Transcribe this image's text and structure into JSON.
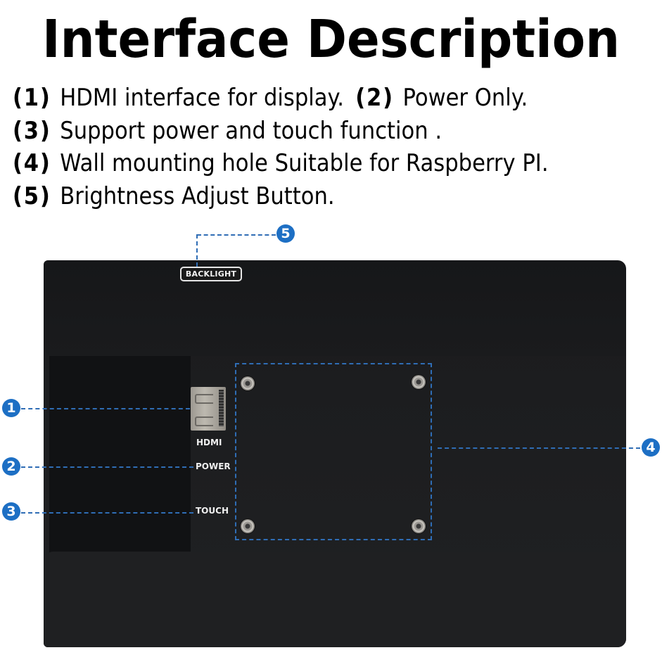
{
  "title": "Interface Description",
  "descriptions": [
    {
      "num": "(1)",
      "text": "HDMI interface for display.",
      "num2": "(2)",
      "text2": "Power Only."
    },
    {
      "num": "(3)",
      "text": "Support power and touch function ."
    },
    {
      "num": "(4)",
      "text": "Wall mounting hole Suitable for Raspberry PI."
    },
    {
      "num": "(5)",
      "text": "Brightness Adjust Button."
    }
  ],
  "device": {
    "backlight_label": "BACKLIGHT",
    "ports": {
      "hdmi": "HDMI",
      "power": "POWER",
      "touch": "TOUCH"
    }
  },
  "callouts": [
    {
      "id": "1",
      "label": "1"
    },
    {
      "id": "2",
      "label": "2"
    },
    {
      "id": "3",
      "label": "3"
    },
    {
      "id": "4",
      "label": "4"
    },
    {
      "id": "5",
      "label": "5"
    }
  ],
  "colors": {
    "callout_blue": "#1d6fc4",
    "dash_blue": "#2f6db5",
    "device_body": "#1c1d1f"
  }
}
